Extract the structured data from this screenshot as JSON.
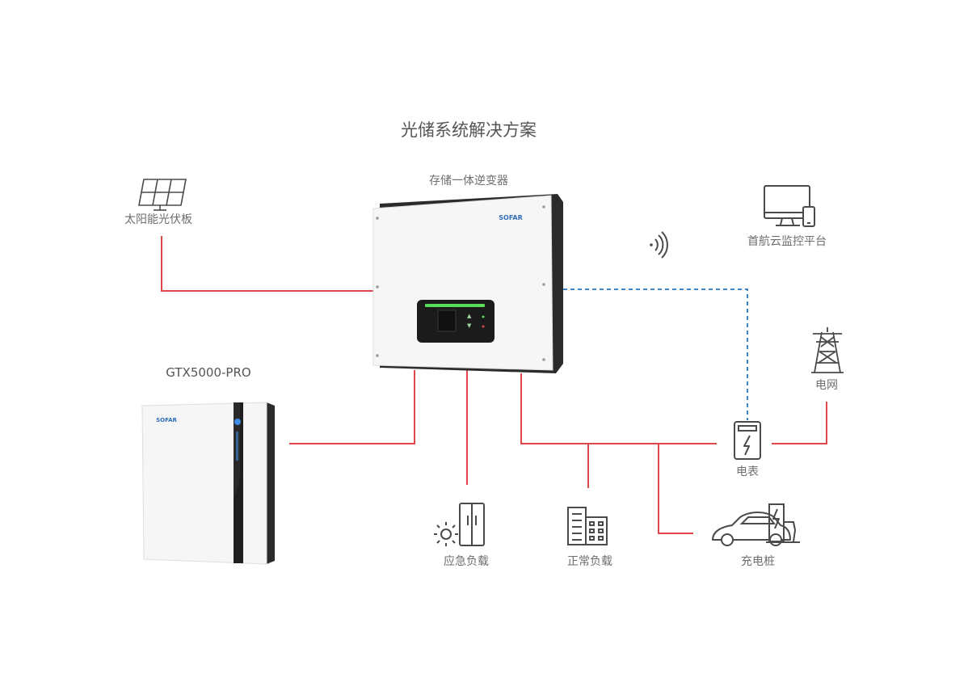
{
  "title": "光储系统解决方案",
  "inverter": {
    "label": "存储一体逆变器",
    "brand": "SOFAR"
  },
  "battery": {
    "model": "GTX5000-PRO",
    "brand": "SOFAR"
  },
  "nodes": {
    "solar": {
      "label": "太阳能光伏板",
      "icon": "solar-panel-icon"
    },
    "cloud": {
      "label": "首航云监控平台",
      "icon": "monitor-phone-icon"
    },
    "grid": {
      "label": "电网",
      "icon": "power-tower-icon"
    },
    "meter": {
      "label": "电表",
      "icon": "electric-meter-icon"
    },
    "emergency_load": {
      "label": "应急负载",
      "icon": "fridge-sun-icon"
    },
    "normal_load": {
      "label": "正常负载",
      "icon": "buildings-icon"
    },
    "charger": {
      "label": "充电桩",
      "icon": "ev-charger-icon"
    },
    "wifi": {
      "icon": "wifi-signal-icon"
    }
  },
  "colors": {
    "power_line": "#e0474c",
    "comm_line": "#3c86c8",
    "icon": "#4a4a4a",
    "device_body": "#f6f6f6",
    "device_edge": "#2b2b2b",
    "brand": "#2f6fb6",
    "screen": "#1b1b1b",
    "screen_bar": "#5bdc5b"
  }
}
